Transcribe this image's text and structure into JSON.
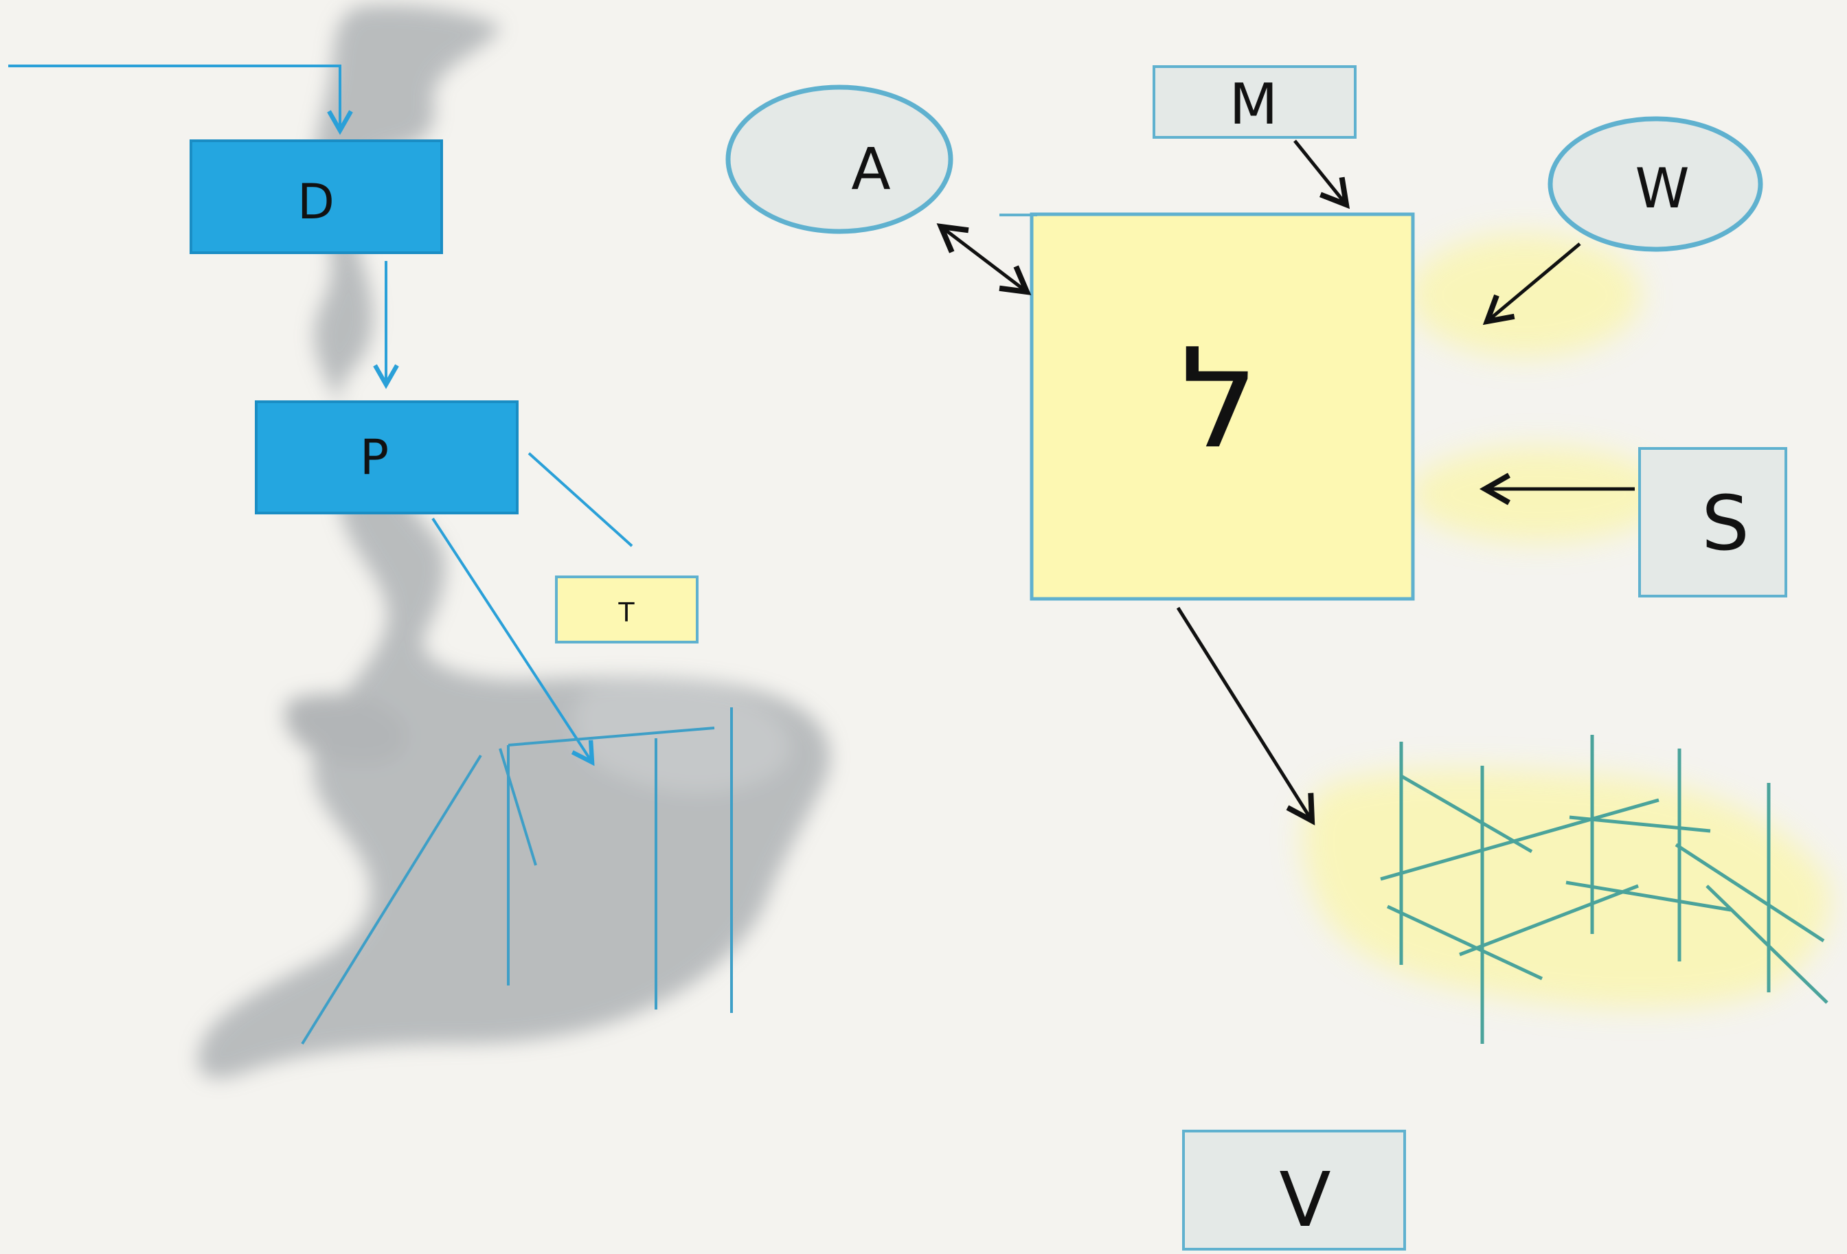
{
  "diagram": {
    "nodes": [
      {
        "id": "d",
        "label": "D",
        "shape": "rect",
        "fill": "#24a6e0",
        "stroke": "#1a8dc4"
      },
      {
        "id": "p",
        "label": "P",
        "shape": "rect",
        "fill": "#24a6e0",
        "stroke": "#1a8dc4"
      },
      {
        "id": "t",
        "label": "T",
        "shape": "rect",
        "fill": "#fdf8b2",
        "stroke": "#5fb1cf"
      },
      {
        "id": "a",
        "label": "A",
        "shape": "ellipse",
        "fill": "#e4e9e7",
        "stroke": "#5fb1cf"
      },
      {
        "id": "m",
        "label": "M",
        "shape": "rect",
        "fill": "#e4e9e7",
        "stroke": "#5fb1cf"
      },
      {
        "id": "w",
        "label": "W",
        "shape": "ellipse",
        "fill": "#e4e9e7",
        "stroke": "#5fb1cf"
      },
      {
        "id": "s",
        "label": "S",
        "shape": "rect",
        "fill": "#e4e9e7",
        "stroke": "#5fb1cf"
      },
      {
        "id": "core",
        "label": "ל",
        "shape": "rect",
        "fill": "#fdf8b2",
        "stroke": "#5fb1cf"
      },
      {
        "id": "v",
        "label": "V",
        "shape": "rect",
        "fill": "#e4e9e7",
        "stroke": "#5fb1cf"
      }
    ],
    "edges": [
      {
        "from": "input",
        "to": "d",
        "color": "#2aa0d8"
      },
      {
        "from": "d",
        "to": "p",
        "color": "#2aa0d8"
      },
      {
        "from": "p",
        "to": "lattice-left",
        "color": "#2aa0d8"
      },
      {
        "from": "p",
        "to": "t",
        "color": "#2aa0d8",
        "style": "line"
      },
      {
        "from": "a",
        "to": "core",
        "color": "#111111",
        "style": "bidirectional"
      },
      {
        "from": "m",
        "to": "core",
        "color": "#111111"
      },
      {
        "from": "w",
        "to": "core",
        "color": "#111111"
      },
      {
        "from": "s",
        "to": "core",
        "color": "#111111"
      },
      {
        "from": "core",
        "to": "lattice-right",
        "color": "#111111"
      }
    ],
    "colors": {
      "background": "#f4f3ef",
      "accent_blue": "#24a6e0",
      "highlight_yellow": "#fbf6a8",
      "lattice_teal": "#4aa39b",
      "smoke_gray": "#9a9ea2"
    }
  }
}
